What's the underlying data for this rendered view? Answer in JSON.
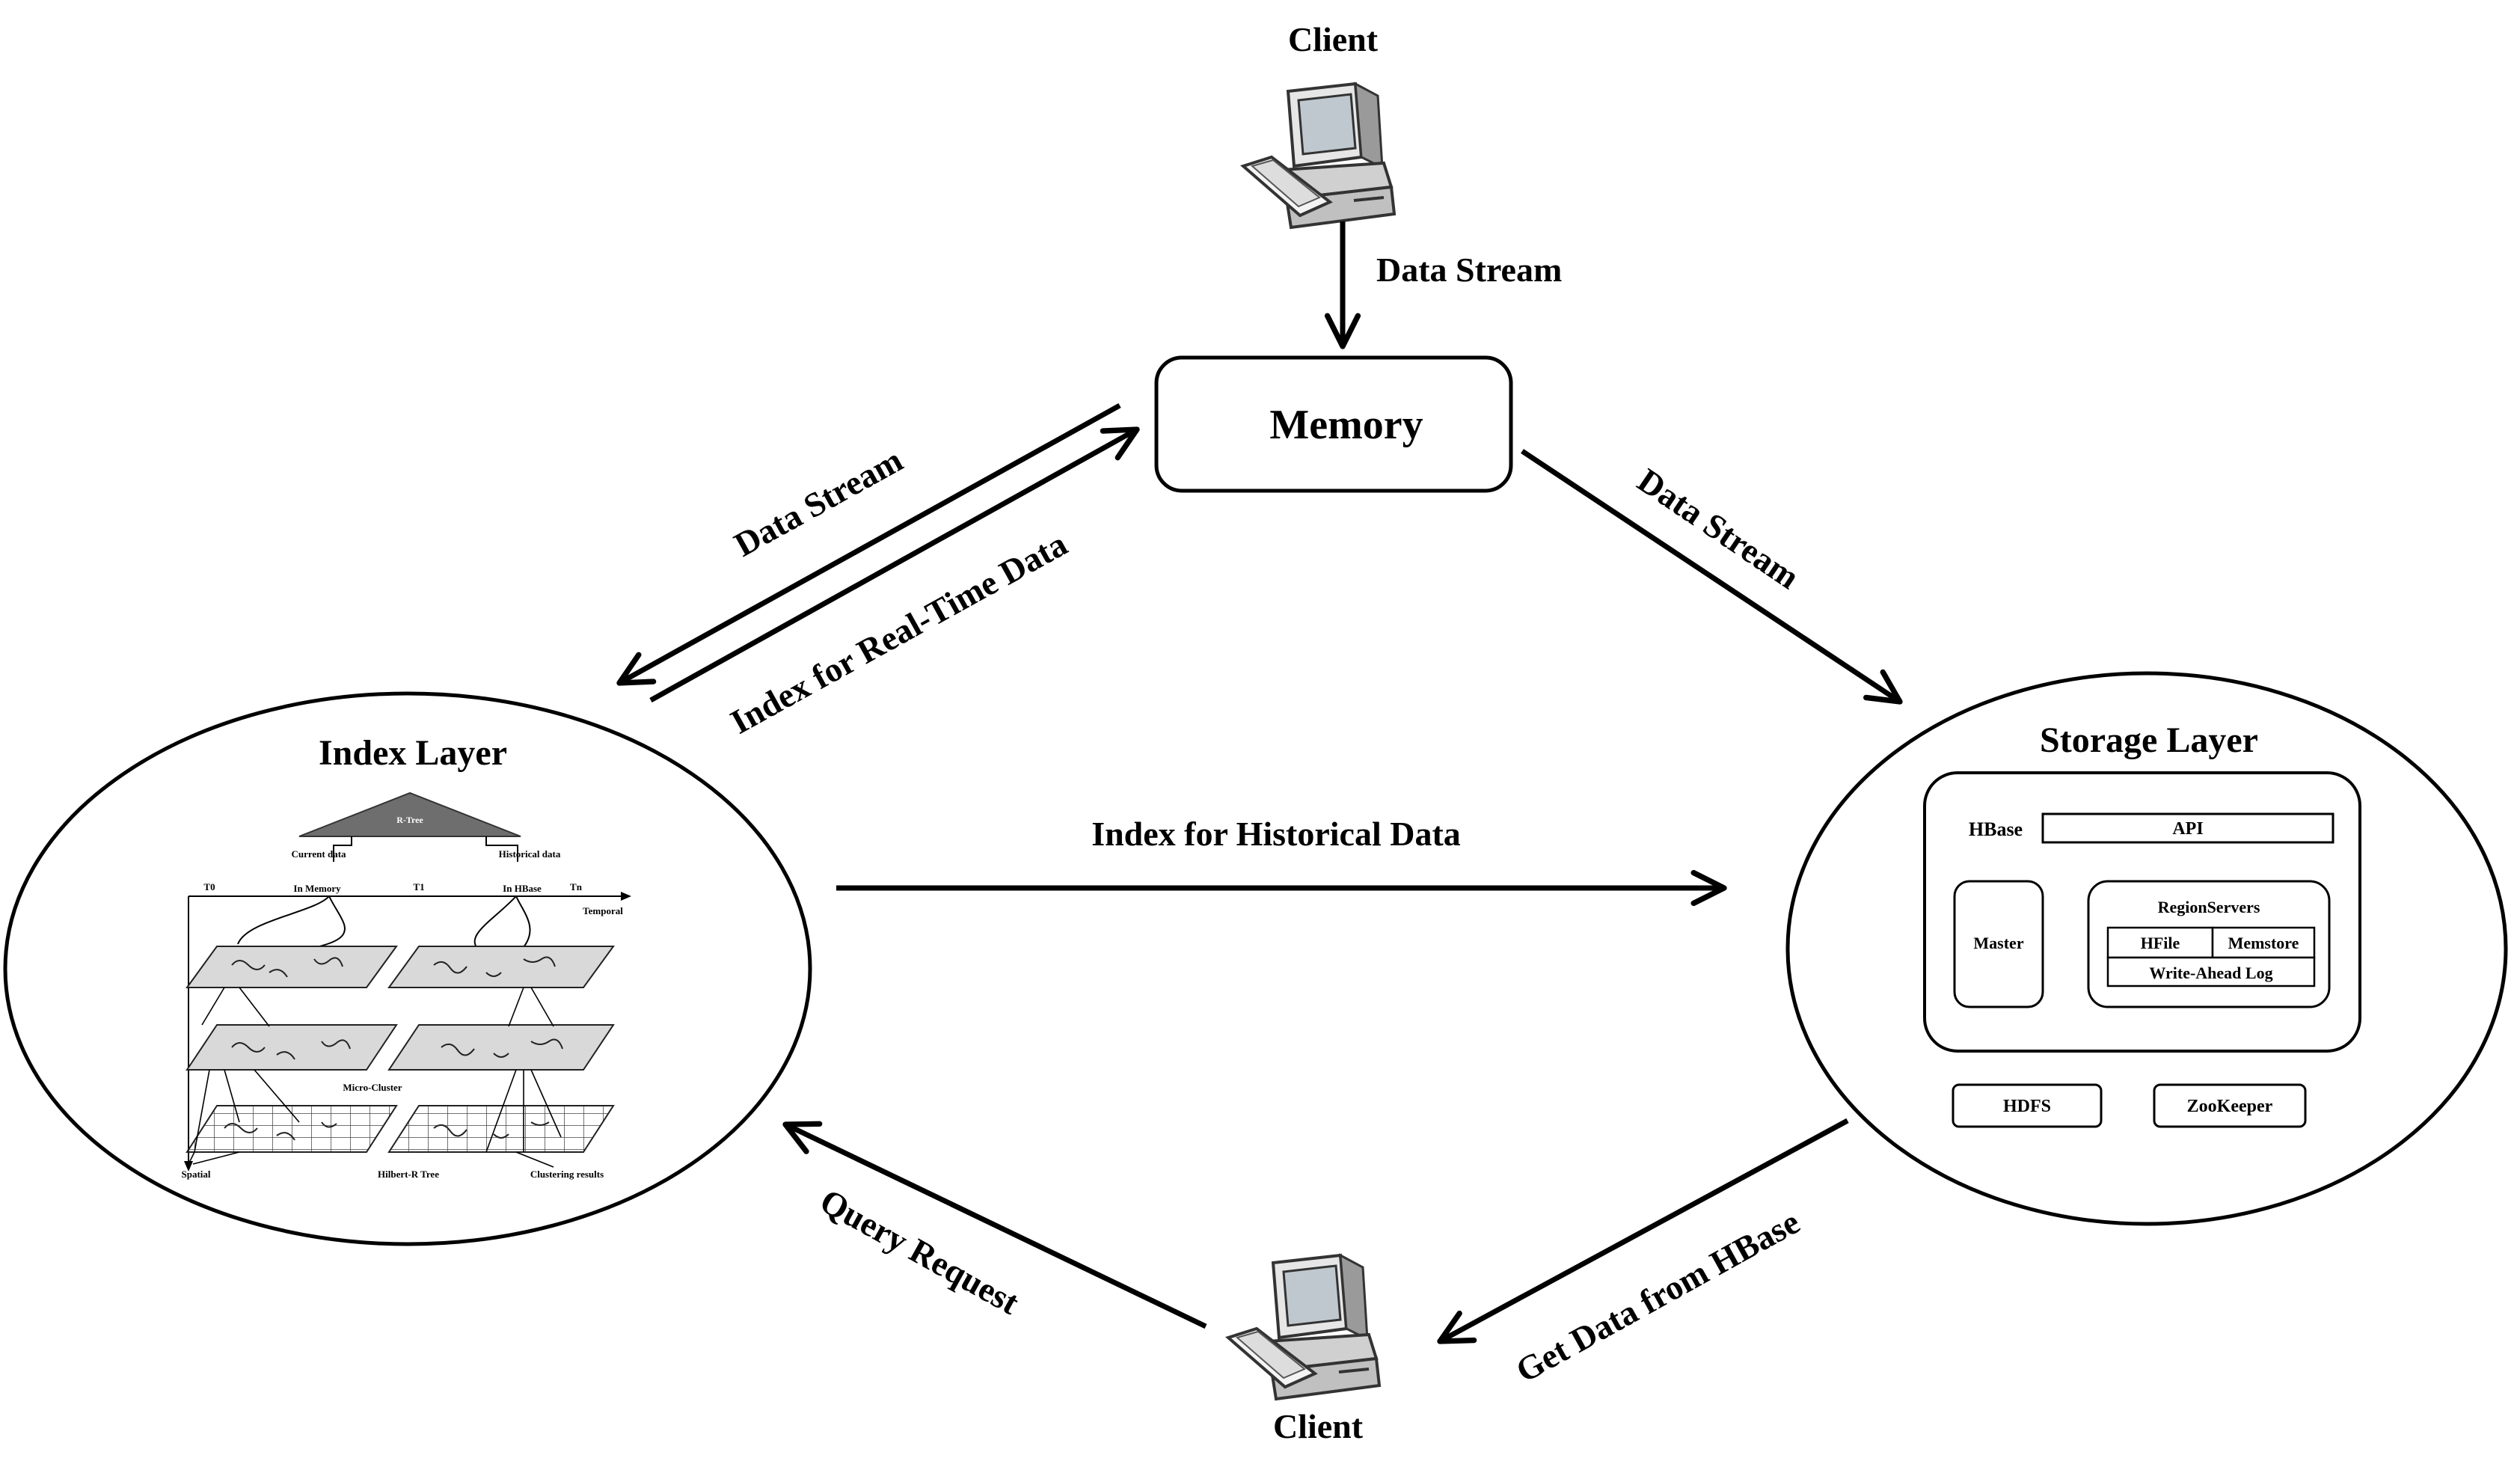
{
  "top_client": {
    "label": "Client"
  },
  "bottom_client": {
    "label": "Client"
  },
  "memory": {
    "label": "Memory"
  },
  "edges": {
    "client_to_memory": "Data Stream",
    "memory_to_index": "Data Stream",
    "index_to_memory": "Index for Real-Time Data",
    "memory_to_storage": "Data Stream",
    "index_to_storage": "Index for Historical Data",
    "storage_to_client": "Get  Data from HBase",
    "client_to_index": "Query Request"
  },
  "index_layer": {
    "title": "Index Layer",
    "tree_label": "R-Tree",
    "current_data": "Current data",
    "historical_data": "Historical data",
    "in_memory": "In Memory",
    "in_hbase": "In HBase",
    "t0": "T0",
    "t1": "T1",
    "tn": "Tn",
    "temporal": "Temporal",
    "micro_cluster": "Micro-Cluster",
    "spatial": "Spatial",
    "hilbert": "Hilbert-R Tree",
    "clustering": "Clustering results"
  },
  "storage_layer": {
    "title": "Storage Layer",
    "hbase": "HBase",
    "api": "API",
    "master": "Master",
    "region_servers": "RegionServers",
    "hfile": "HFile",
    "memstore": "Memstore",
    "wal": "Write-Ahead Log",
    "hdfs": "HDFS",
    "zookeeper": "ZooKeeper"
  }
}
